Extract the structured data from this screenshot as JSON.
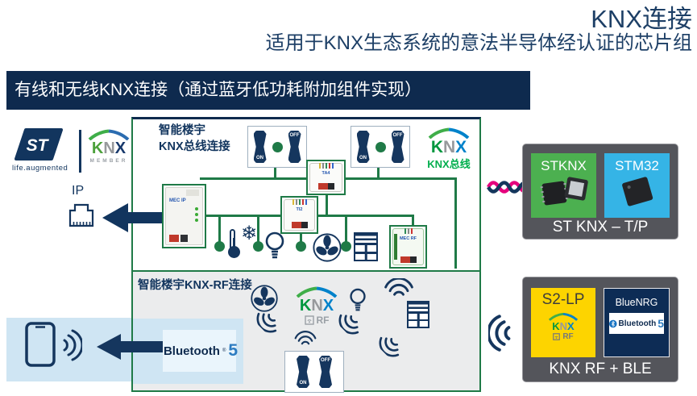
{
  "header": {
    "title": "KNX连接",
    "subtitle": "适用于KNX生态系统的意法半导体经认证的芯片组"
  },
  "banner": {
    "text": "有线和无线KNX连接（通过蓝牙低功耗附加组件实现）"
  },
  "branding": {
    "st_logo": "ST",
    "st_tagline": "life.augmented",
    "knx": {
      "k": "K",
      "n": "N",
      "x": "X"
    },
    "member": "MEMBER"
  },
  "left": {
    "ip_label": "IP"
  },
  "bus": {
    "title_line1": "智能楼宇",
    "title_line2": "KNX总线连接",
    "logo_sub": "KNX总线",
    "sw_on": "ON",
    "sw_off": "OFF",
    "devices": {
      "gateway": "MEC IP",
      "actuator1": "TA4",
      "actuator2": "TI2",
      "rf_gateway": "MEC RF"
    }
  },
  "rf": {
    "title": "智能楼宇KNX-RF连接",
    "logo_sub": "RF",
    "sw_on": "ON",
    "sw_off": "OFF"
  },
  "bluetooth": {
    "word": "Bluetooth",
    "reg": "®",
    "version": "5"
  },
  "boxes": {
    "tp": {
      "chip1": "STKNX",
      "chip2": "STM32",
      "caption": "ST KNX – T/P"
    },
    "rfble": {
      "chip1": "S2-LP",
      "chip2": "BlueNRG",
      "caption": "KNX RF + BLE"
    }
  },
  "icons": {
    "snowflake": "❄"
  },
  "colors": {
    "navy": "#0e2a4e",
    "icon_navy": "#15365e",
    "knx_green_line": "#1f7a47",
    "bright_green": "#00ae4d",
    "knx_k": "#00973e",
    "knx_n": "#97999c",
    "knx_x": "#0082ca",
    "light_blue": "#cfe5f3",
    "bt_blue": "#1673c2",
    "magenta": "#e5007d",
    "tile_green": "#4cb050",
    "tile_blue": "#35b4e6",
    "tile_yellow": "#fdd400",
    "tile_navy": "#0d2c55",
    "box_gray": "#54555b"
  }
}
